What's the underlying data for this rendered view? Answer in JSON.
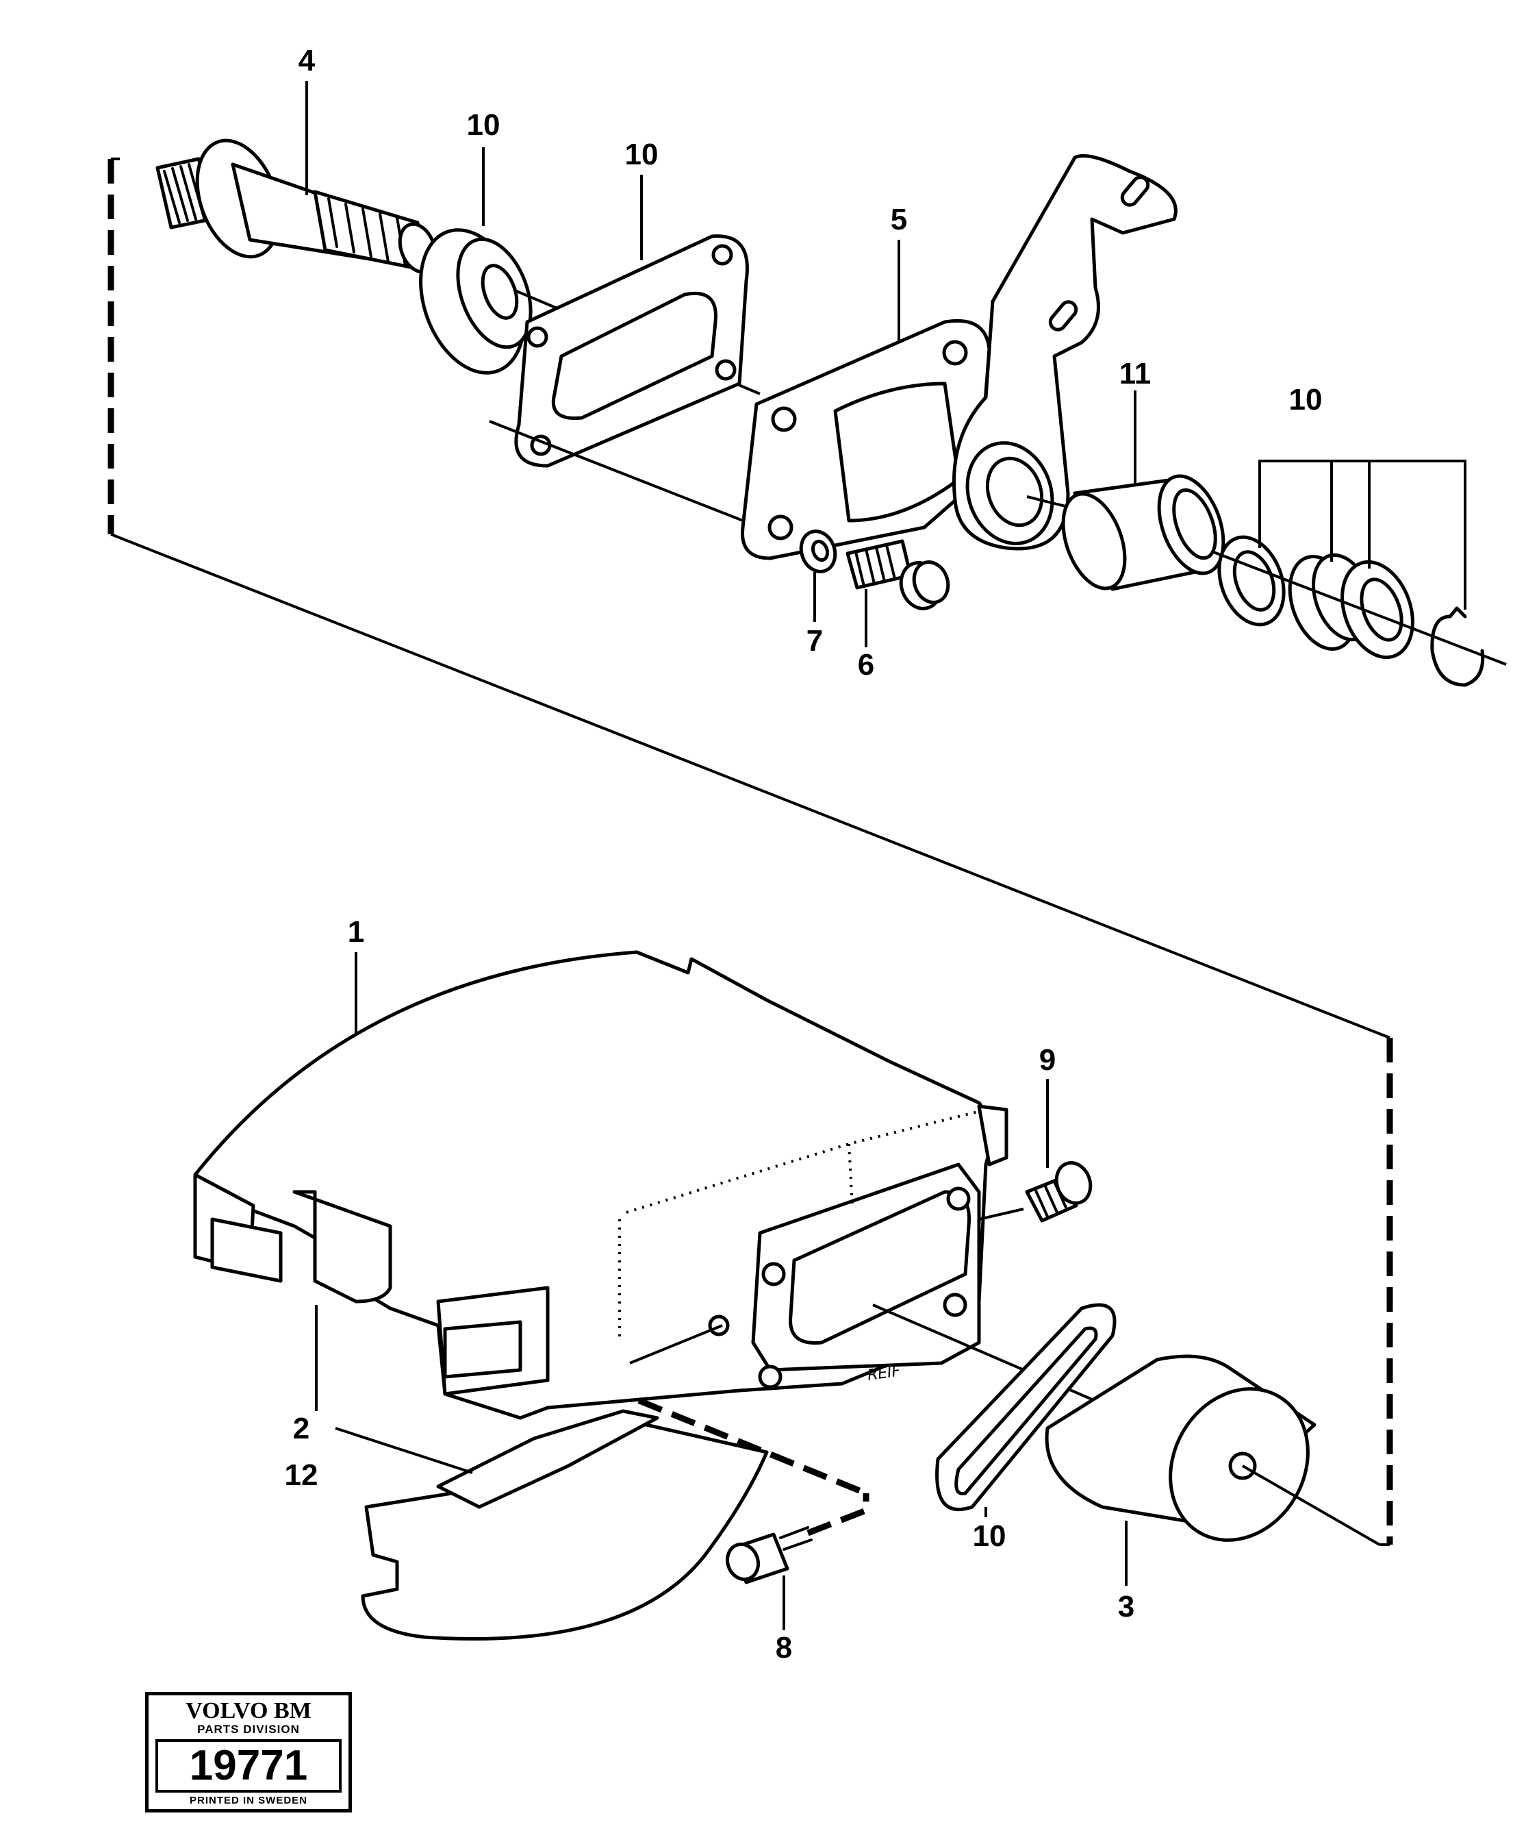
{
  "callouts": {
    "c4": "4",
    "c10_seal": "10",
    "c10_gasket": "10",
    "c5": "5",
    "c11": "11",
    "c10_kit": "10",
    "c7": "7",
    "c6": "6",
    "c1": "1",
    "c9": "9",
    "c2": "2",
    "c12": "12",
    "c10_ring": "10",
    "c3": "3",
    "c8": "8"
  },
  "handwritten_note": "REIF",
  "stamp": {
    "brand": "VOLVO BM",
    "division": "PARTS DIVISION",
    "number": "19771",
    "printed": "PRINTED IN SWEDEN"
  }
}
